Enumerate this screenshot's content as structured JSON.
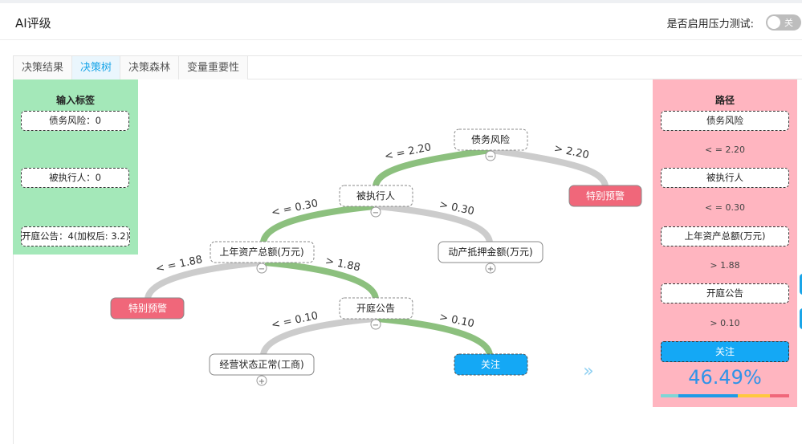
{
  "header": {
    "title": "AI评级",
    "stress_label": "是否启用压力测试:",
    "toggle_text": "关"
  },
  "tabs": [
    {
      "label": "决策结果"
    },
    {
      "label": "决策树"
    },
    {
      "label": "决策森林"
    },
    {
      "label": "变量重要性"
    }
  ],
  "input_panel": {
    "title": "输入标签",
    "items": [
      "债务风险：0",
      "被执行人：0",
      "开庭公告：4(加权后: 3.2)"
    ]
  },
  "tree": {
    "nodes": {
      "n1": "债务风险",
      "n2": "被执行人",
      "n3": "特别预警",
      "n4": "上年资产总额(万元)",
      "n5": "动产抵押金额(万元)",
      "n6": "特别预警",
      "n7": "开庭公告",
      "n8": "经营状态正常(工商)",
      "n9": "关注"
    },
    "edges": {
      "e1": "< = 2.20",
      "e2": "> 2.20",
      "e3": "< = 0.30",
      "e4": "> 0.30",
      "e5": "< = 1.88",
      "e6": "> 1.88",
      "e7": "< = 0.10",
      "e8": "> 0.10"
    },
    "expand_symbol": "+",
    "collapse_symbol": "−",
    "nav_arrow": "»"
  },
  "path_panel": {
    "title": "路径",
    "steps": [
      "债务风险",
      "被执行人",
      "上年资产总额(万元)",
      "开庭公告"
    ],
    "conditions": [
      "< = 2.20",
      "< = 0.30",
      "> 1.88",
      "> 0.10"
    ],
    "result": "关注",
    "probability": "46.49%"
  },
  "colors": {
    "path_edge": "#8cc07e",
    "other_edge": "#cccccc",
    "warning": "#f0677a",
    "focus": "#14a8f5",
    "bar": [
      "#7fd6d6",
      "#1e9be6",
      "#ffc83d",
      "#f0677a"
    ]
  }
}
